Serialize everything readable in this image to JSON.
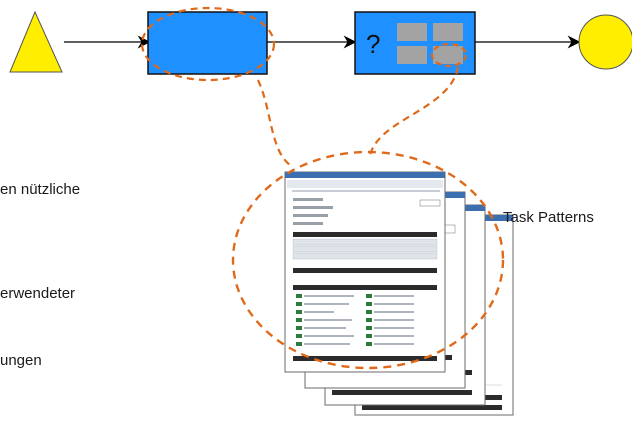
{
  "diagram": {
    "step2_label": "?",
    "task_patterns_label": "Task Patterns",
    "left_text_lines": [
      "en nützliche",
      "erwendeter",
      "ungen"
    ],
    "colors": {
      "start_triangle": "#ffee00",
      "task_fill": "#1e90ff",
      "end_circle": "#ffee00",
      "highlight_dash": "#e06a1b",
      "sub_box": "#9e9e9e",
      "window_header": "#2b2b2b",
      "window_frame": "#3c6fb0"
    },
    "shapes": {
      "start": "triangle",
      "end": "circle",
      "tasks": [
        "rectangle",
        "rectangle-with-grid"
      ]
    }
  }
}
